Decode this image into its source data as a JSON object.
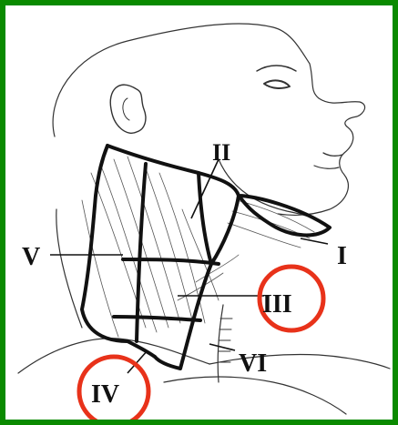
{
  "figure": {
    "labels": {
      "level_1": "I",
      "level_2": "II",
      "level_3": "III",
      "level_4": "IV",
      "level_5": "V",
      "level_6": "VI"
    },
    "highlighted_levels": [
      "III",
      "IV"
    ],
    "colors": {
      "frame": "#0a8a00",
      "highlight_circle": "#e8321a",
      "ink": "#111111",
      "background": "#ffffff"
    }
  }
}
